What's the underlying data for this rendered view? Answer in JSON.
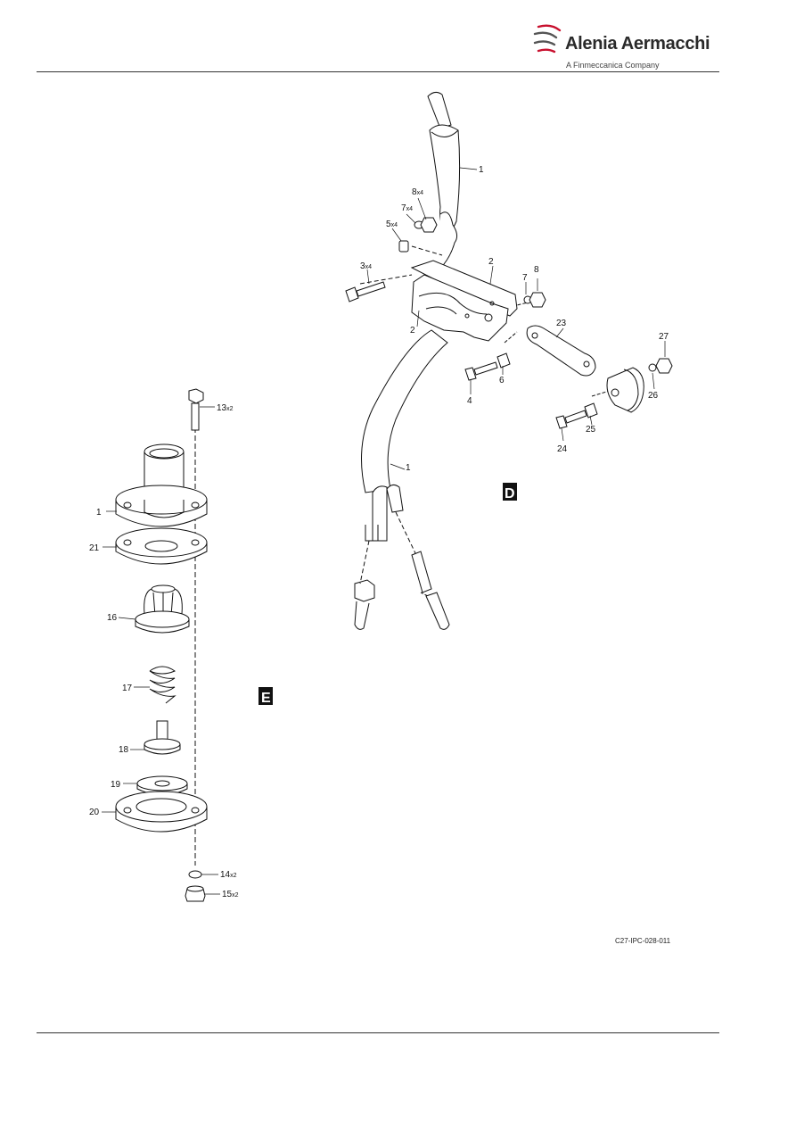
{
  "header": {
    "brand": "Alenia Aermacchi",
    "brand_sub": "A Finmeccanica Company",
    "brand_colors": {
      "text": "#2a2a2a",
      "accent": "#c8102e"
    }
  },
  "view_D": {
    "letter": "D",
    "callouts": [
      {
        "num": "1"
      },
      {
        "num": "8",
        "qty": "x4"
      },
      {
        "num": "7",
        "qty": "x4"
      },
      {
        "num": "5",
        "qty": "x4"
      },
      {
        "num": "3",
        "qty": "x4"
      },
      {
        "num": "2"
      },
      {
        "num": "7"
      },
      {
        "num": "8"
      },
      {
        "num": "2"
      },
      {
        "num": "23"
      },
      {
        "num": "27"
      },
      {
        "num": "6"
      },
      {
        "num": "4"
      },
      {
        "num": "26"
      },
      {
        "num": "25"
      },
      {
        "num": "24"
      },
      {
        "num": "1"
      }
    ]
  },
  "view_E": {
    "letter": "E",
    "callouts": [
      {
        "num": "13",
        "qty": "x2"
      },
      {
        "num": "1"
      },
      {
        "num": "21"
      },
      {
        "num": "16"
      },
      {
        "num": "17"
      },
      {
        "num": "18"
      },
      {
        "num": "19"
      },
      {
        "num": "20"
      },
      {
        "num": "14",
        "qty": "x2"
      },
      {
        "num": "15",
        "qty": "x2"
      }
    ]
  },
  "figure_ref": "C27-IPC-028-011"
}
